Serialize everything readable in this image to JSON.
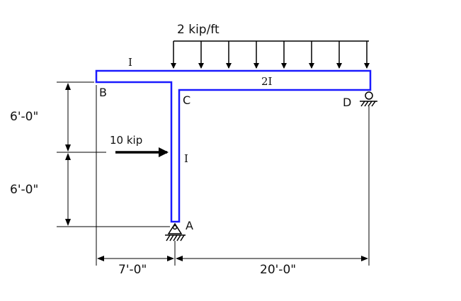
{
  "loads": {
    "distributed": "2 kip/ft",
    "point": "10 kip"
  },
  "members": {
    "overhang": "I",
    "beam": "2I",
    "column": "I"
  },
  "nodes": {
    "a": "A",
    "b": "B",
    "c": "C",
    "d": "D"
  },
  "dimensions": {
    "upper_height": "6'-0\"",
    "lower_height": "6'-0\"",
    "left_span": "7'-0\"",
    "right_span": "20'-0\""
  },
  "colors": {
    "member": "#1a1aff",
    "line": "#000000"
  },
  "supports": {
    "a": "pin-support-icon",
    "d": "roller-support-icon"
  }
}
